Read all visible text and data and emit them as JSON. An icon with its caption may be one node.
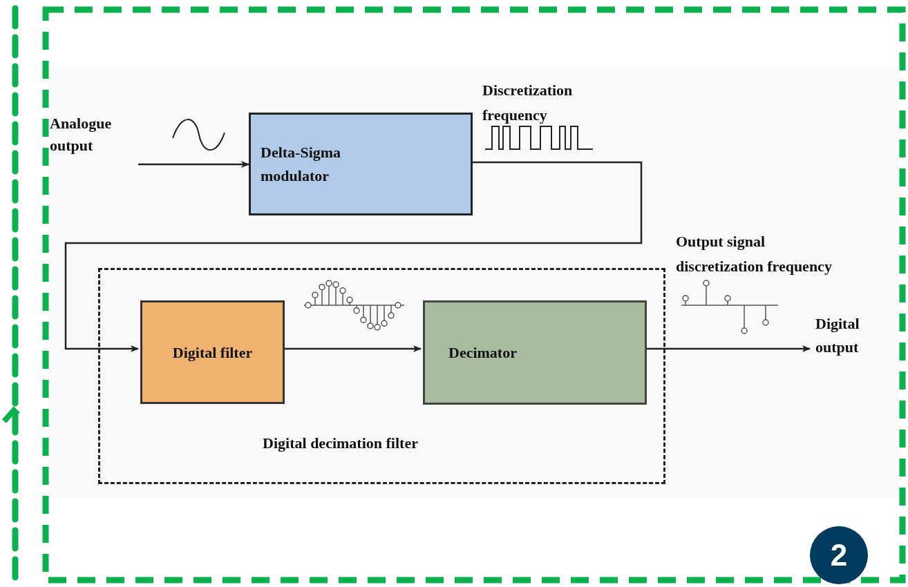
{
  "diagram": {
    "nodes": [
      {
        "text": [
          "Analogue output"
        ]
      },
      {
        "text": [
          "Delta-Sigma modulator"
        ]
      },
      {
        "text": [
          "Digital decimation filter"
        ]
      },
      {
        "text": [
          "Digital filter"
        ],
        "in": 2
      },
      {
        "text": [
          "Decimator"
        ],
        "in": 2
      },
      {
        "text": [
          "Digital output"
        ]
      },
      {
        "text": [
          "2"
        ]
      }
    ],
    "edges": [
      {
        "from": 0,
        "to": 1,
        "arrow": "to"
      },
      {
        "from": 1,
        "to": 3,
        "arrow": "to"
      },
      {
        "from": 3,
        "to": 4,
        "arrow": "to"
      },
      {
        "from": 4,
        "to": 5,
        "arrow": "to"
      }
    ],
    "labels": [
      "Discretization frequency",
      "Output signal discretization frequency"
    ]
  }
}
